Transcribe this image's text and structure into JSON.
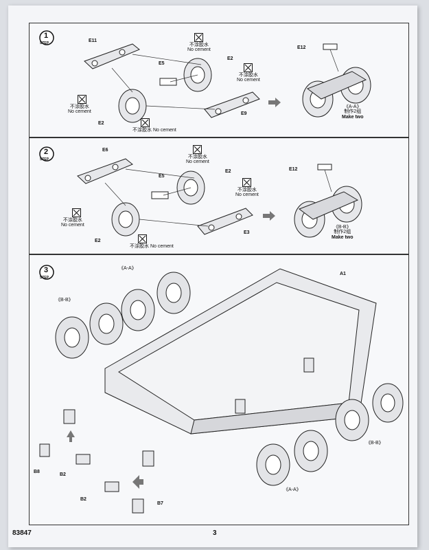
{
  "steps": {
    "s1": {
      "number": "1",
      "word": "STEP"
    },
    "s2": {
      "number": "2",
      "word": "STEP"
    },
    "s3": {
      "number": "3",
      "word": "STEP"
    }
  },
  "labels": {
    "nocement_cn": "不涂胶水",
    "nocement_en": "No cement",
    "make_two_cn": "制作2组",
    "make_two_en": "Make two",
    "aa": "《A-A》",
    "bb": "《B-B》"
  },
  "parts": {
    "e11": "E11",
    "e5": "E5",
    "e2": "E2",
    "e9": "E9",
    "e12": "E12",
    "e6": "E6",
    "e3": "E3",
    "a1": "A1",
    "b8": "B8",
    "b2": "B2",
    "b7": "B7"
  },
  "footer": {
    "code": "83847",
    "page": "3"
  }
}
